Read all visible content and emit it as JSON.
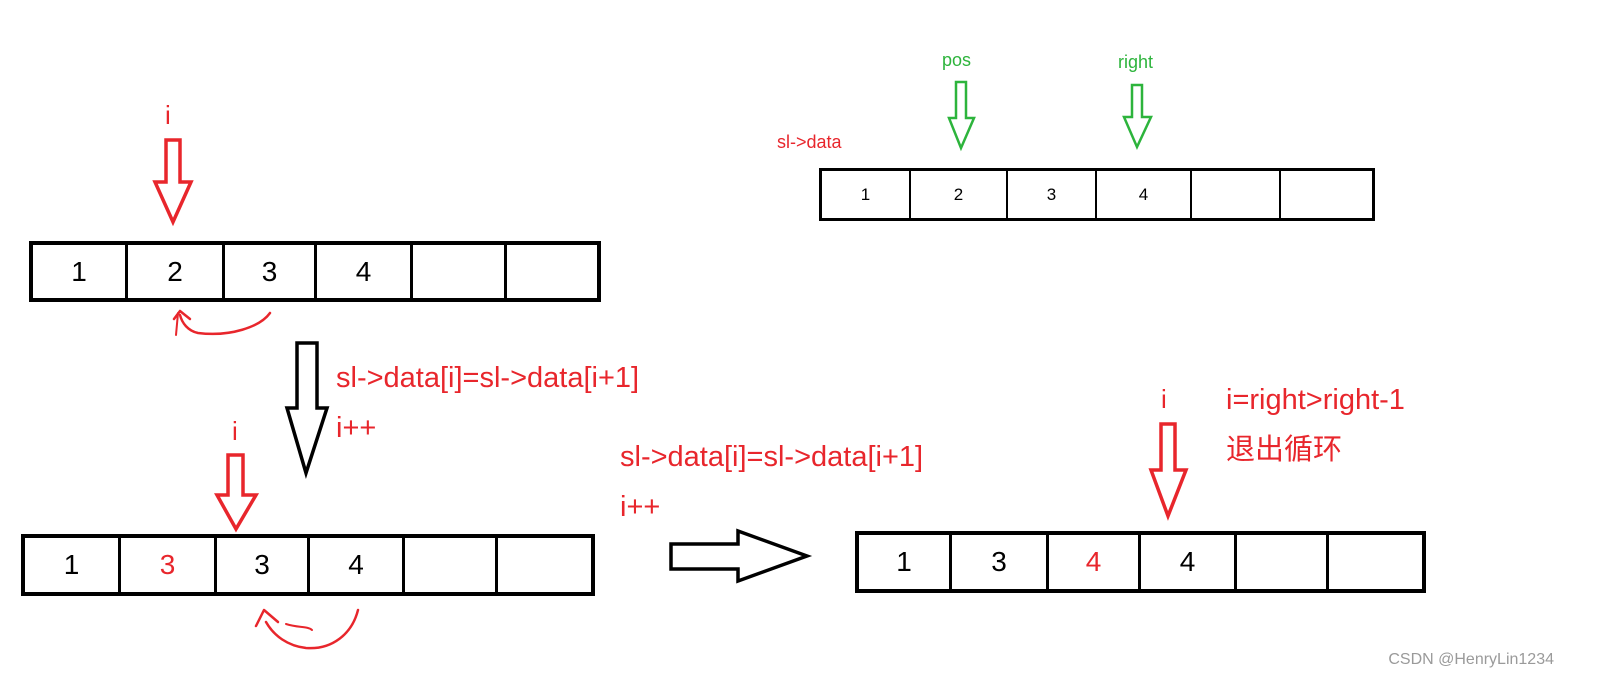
{
  "colors": {
    "red": "#e8262c",
    "green": "#2db43c",
    "black": "#000000",
    "watermark": "#9a9a9a"
  },
  "panel_top_left": {
    "pointer_label": "i",
    "cells": [
      {
        "text": "1",
        "color": "#000000"
      },
      {
        "text": "2",
        "color": "#000000"
      },
      {
        "text": "3",
        "color": "#000000"
      },
      {
        "text": "4",
        "color": "#000000"
      },
      {
        "text": "",
        "color": "#000000"
      },
      {
        "text": "",
        "color": "#000000"
      }
    ]
  },
  "step_1": {
    "code_line": "sl->data[i]=sl->data[i+1]",
    "increment": "i++"
  },
  "panel_bottom_left": {
    "pointer_label": "i",
    "cells": [
      {
        "text": "1",
        "color": "#000000"
      },
      {
        "text": "3",
        "color": "#e8262c"
      },
      {
        "text": "3",
        "color": "#000000"
      },
      {
        "text": "4",
        "color": "#000000"
      },
      {
        "text": "",
        "color": "#000000"
      },
      {
        "text": "",
        "color": "#000000"
      }
    ]
  },
  "step_2": {
    "code_line": "sl->data[i]=sl->data[i+1]",
    "increment": "i++"
  },
  "panel_bottom_right": {
    "pointer_label": "i",
    "condition": "i=right>right-1",
    "exit_text": "退出循环",
    "cells": [
      {
        "text": "1",
        "color": "#000000"
      },
      {
        "text": "3",
        "color": "#000000"
      },
      {
        "text": "4",
        "color": "#e8262c"
      },
      {
        "text": "4",
        "color": "#000000"
      },
      {
        "text": "",
        "color": "#000000"
      },
      {
        "text": "",
        "color": "#000000"
      }
    ]
  },
  "panel_top_right": {
    "array_label": "sl->data",
    "pos_label": "pos",
    "right_label": "right",
    "cells": [
      {
        "text": "1",
        "color": "#000000"
      },
      {
        "text": "2",
        "color": "#000000"
      },
      {
        "text": "3",
        "color": "#000000"
      },
      {
        "text": "4",
        "color": "#000000"
      },
      {
        "text": "",
        "color": "#000000"
      },
      {
        "text": "",
        "color": "#000000"
      }
    ]
  },
  "watermark": "CSDN @HenryLin1234"
}
